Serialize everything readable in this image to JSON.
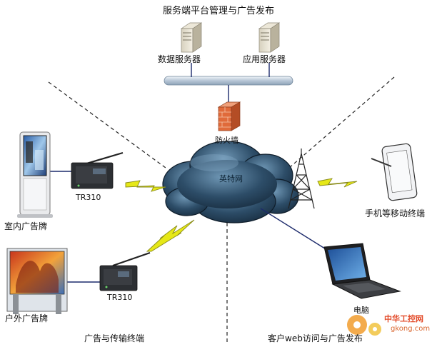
{
  "labels": {
    "server_platform_title": "服务端平台管理与广告发布",
    "data_server": "数据服务器",
    "app_server": "应用服务器",
    "firewall": "防火墙",
    "internet": "英特网",
    "indoor_sign": "室内广告牌",
    "outdoor_sign": "户外广告牌",
    "terminal_top": "TR310",
    "terminal_bottom": "TR310",
    "mobile_terminal": "手机等移动终端",
    "computer": "电脑",
    "ad_terminal_section": "广告与传输终端",
    "client_section": "客户web访问与广告发布"
  },
  "watermark": {
    "brand": "中华工控网",
    "domain": "gkong.com"
  },
  "colors": {
    "cloud_dark": "#1f3a52",
    "cloud_light": "#5d86a6",
    "lightning": "#e6e817",
    "lightning_edge": "#8a8c1a",
    "network_bar": "#c9d4e0",
    "firewall": "#e06a3a",
    "dashed_line": "#222222",
    "link_line": "#1c2a6b",
    "watermark": "#e34b2a"
  }
}
